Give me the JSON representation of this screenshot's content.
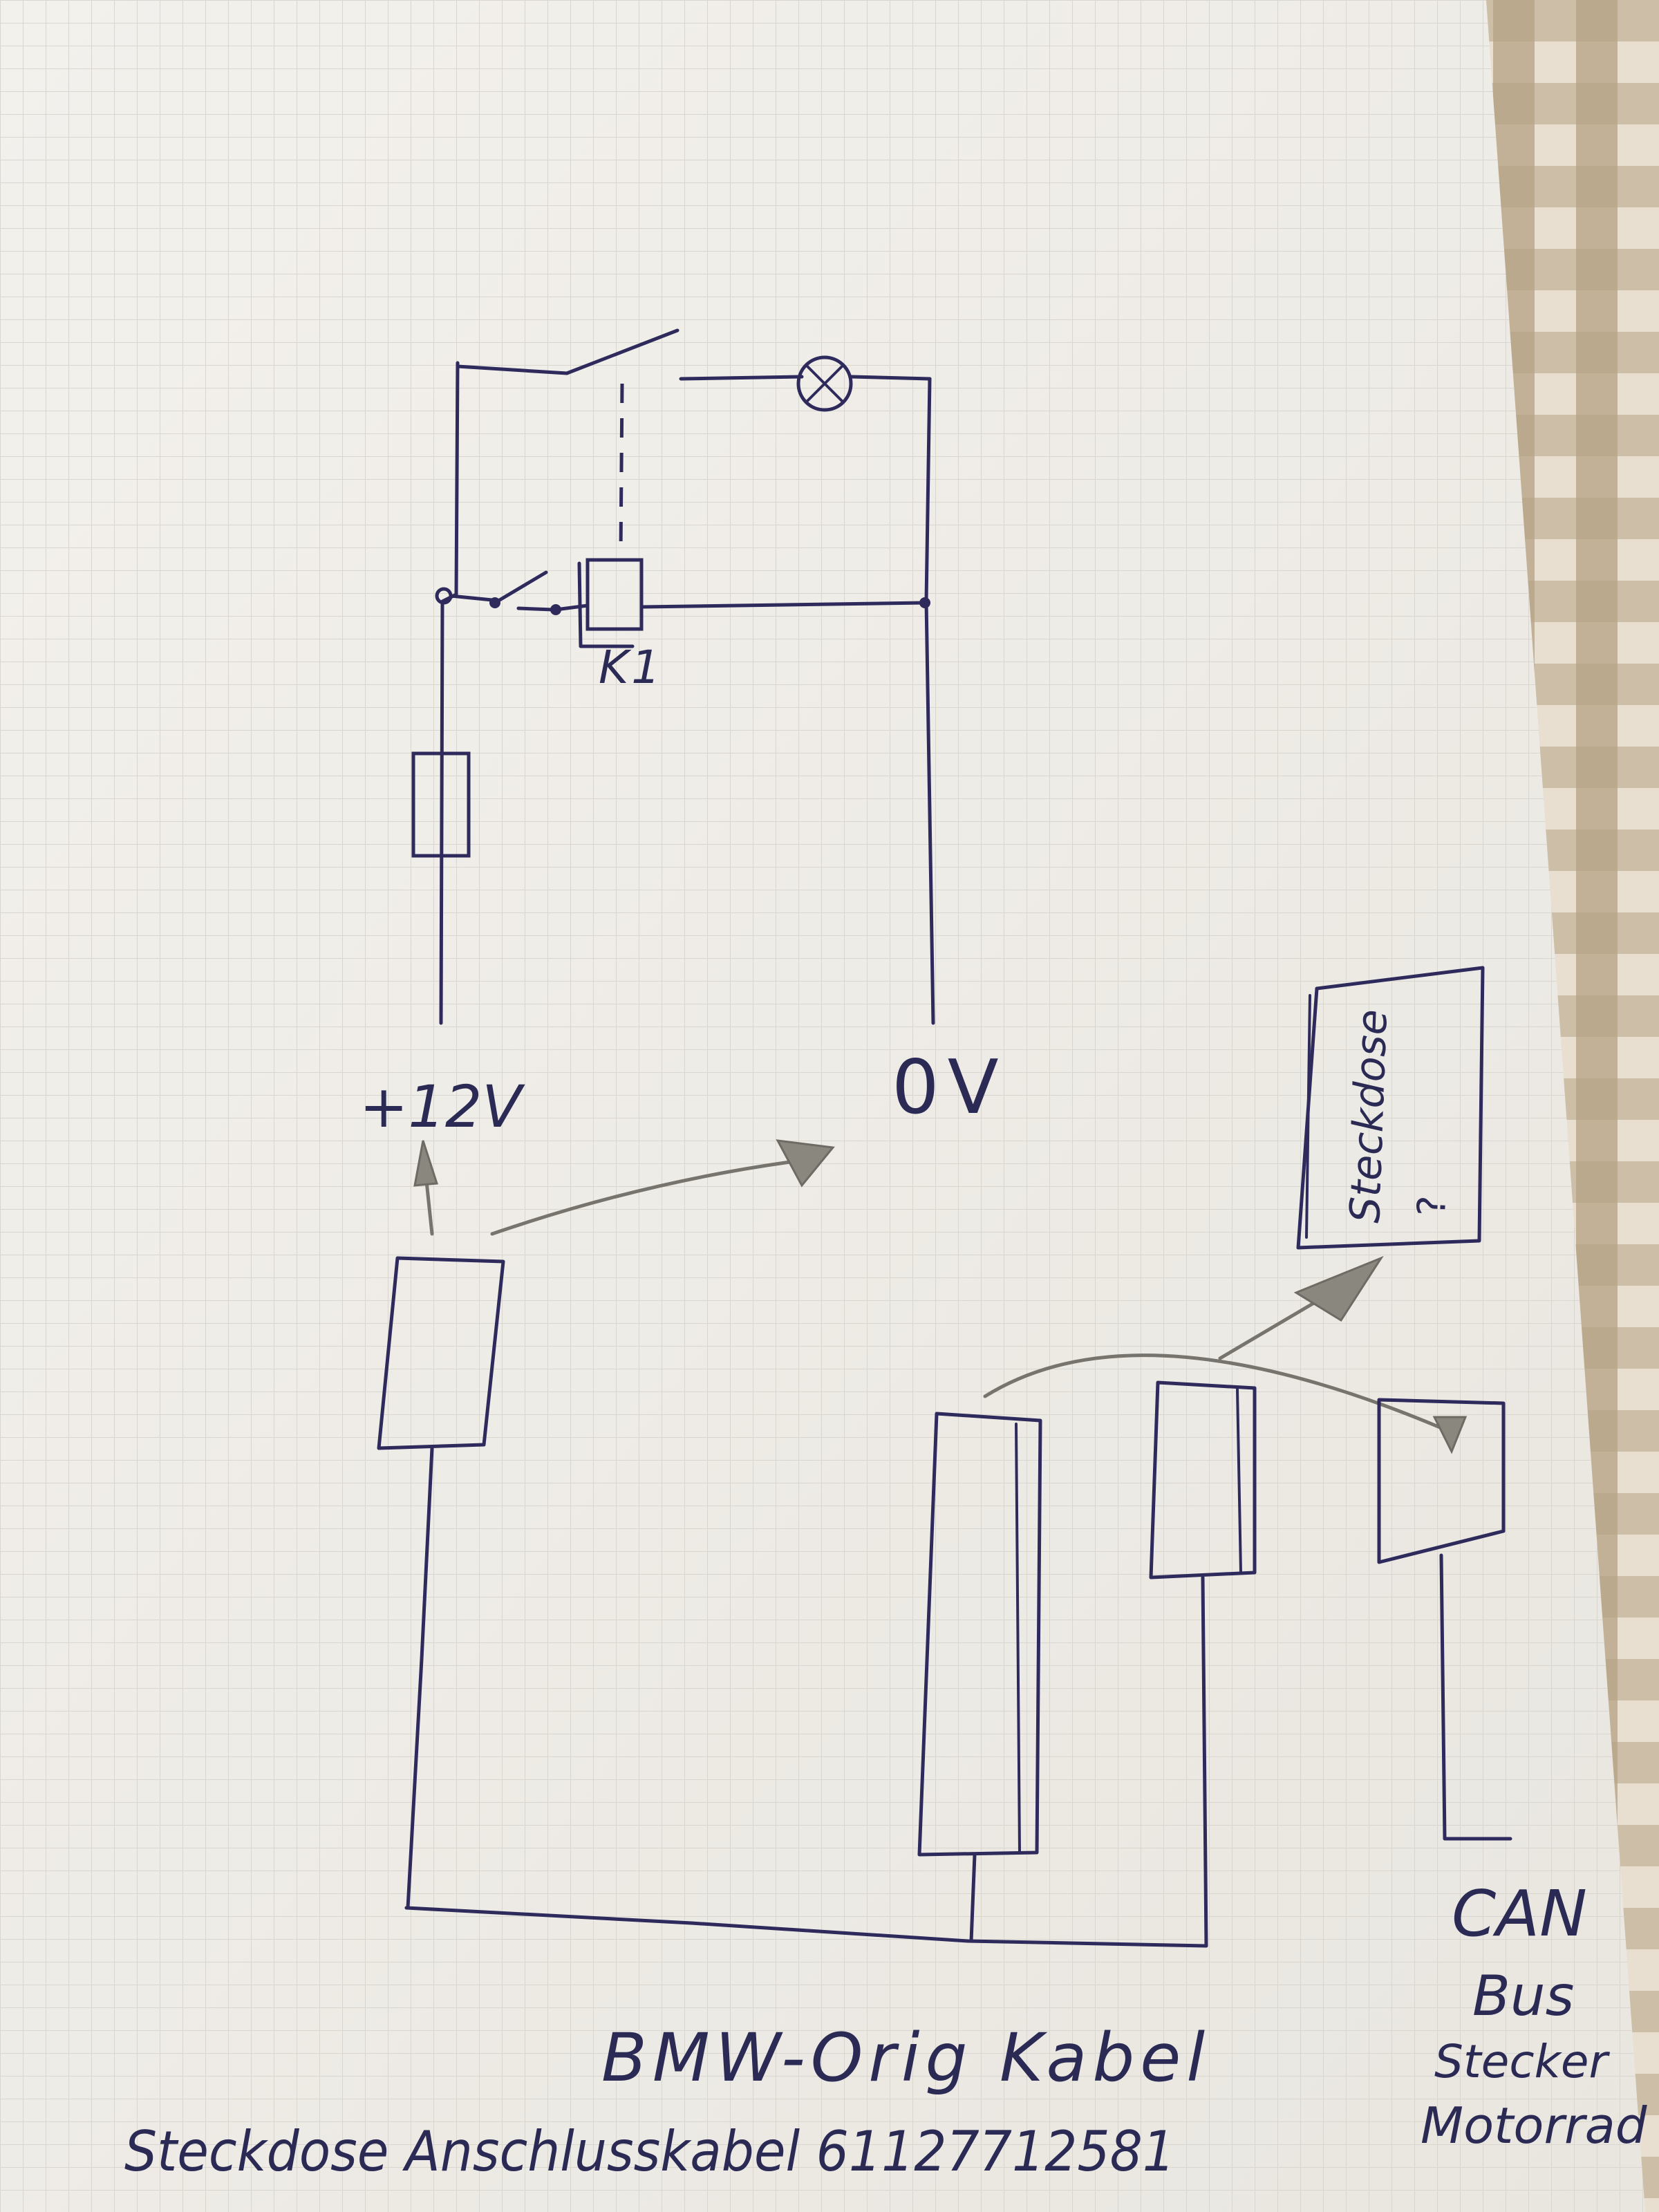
{
  "labels": {
    "relay": "K1",
    "plus12v": "+12V",
    "zero_v": "0V",
    "socket_box": "Steckdose",
    "socket_box_q": "?",
    "can_bus": [
      "CAN",
      "Bus",
      "Stecker",
      "Motorrad"
    ],
    "bmw_cable": "BMW-Orig Kabel",
    "bottom_caption": "Steckdose Anschlusskabel 61127712581"
  },
  "colors": {
    "ink": "#2e2a5c",
    "pencil": "#77746e",
    "paper": "#f4f2ee",
    "grid": "#d9d6d0",
    "tablecloth": "#bba88e"
  }
}
